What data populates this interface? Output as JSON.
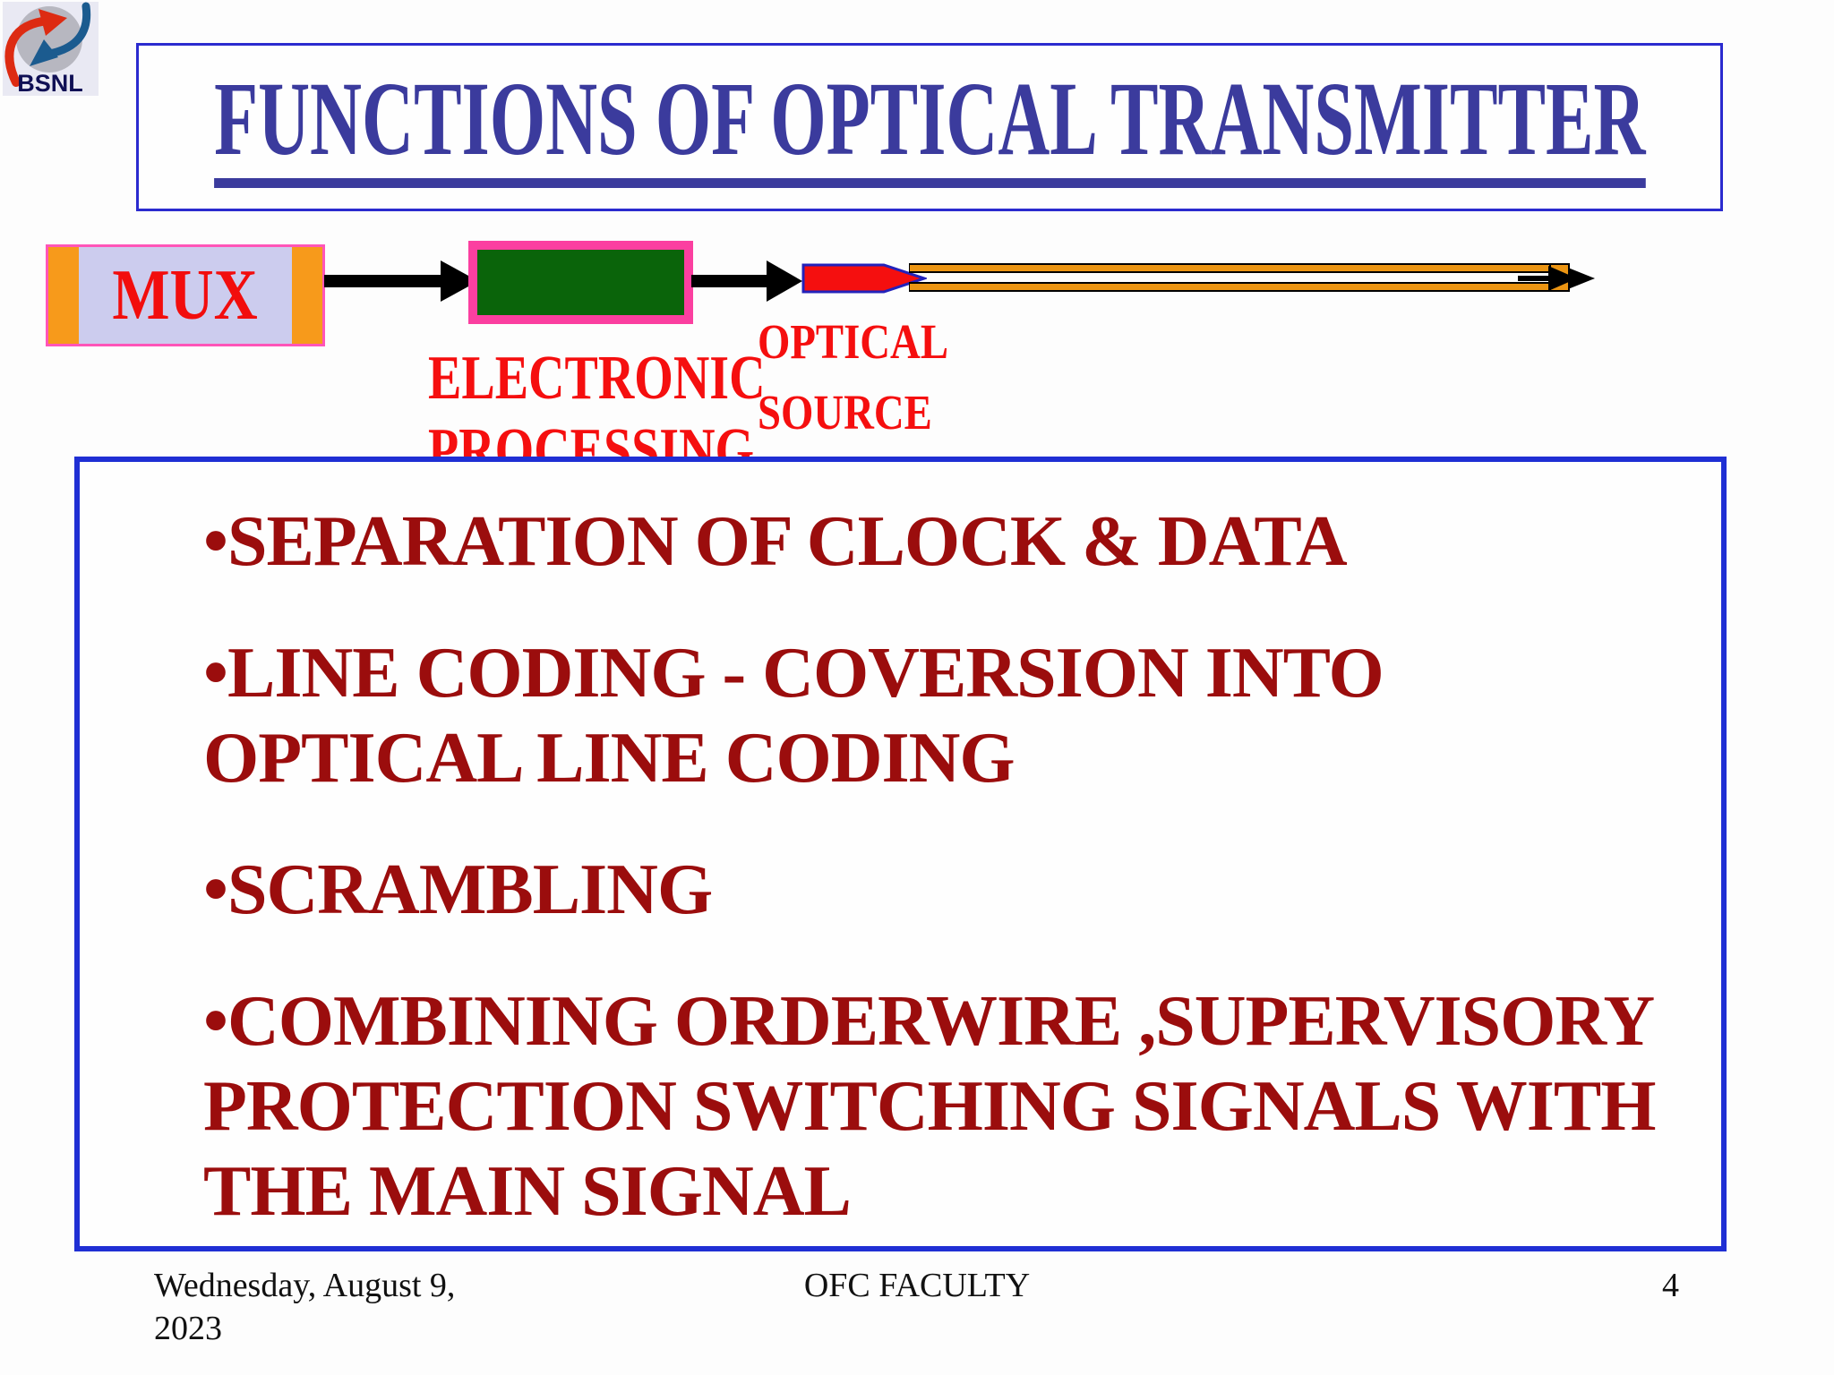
{
  "logo": {
    "text": "BSNL"
  },
  "title": "FUNCTIONS OF OPTICAL TRANSMITTER",
  "diagram": {
    "mux_label": "MUX",
    "processing_label": {
      "line1": "ELECTRONIC",
      "line2": "PROCESSING"
    },
    "source_label": {
      "line1": "OPTICAL",
      "line2": "SOURCE"
    }
  },
  "bullets": [
    {
      "lines": [
        "•SEPARATION OF CLOCK & DATA"
      ]
    },
    {
      "lines": [
        "•LINE CODING - COVERSION INTO",
        "OPTICAL LINE CODING"
      ]
    },
    {
      "lines": [
        "•SCRAMBLING"
      ]
    },
    {
      "lines": [
        "•COMBINING ORDERWIRE ,SUPERVISORY",
        "PROTECTION SWITCHING SIGNALS WITH",
        "THE MAIN SIGNAL"
      ]
    }
  ],
  "footer": {
    "date_line1": "Wednesday, August 9,",
    "date_line2": "2023",
    "center_text": "OFC FACULTY",
    "page_number": "4"
  },
  "colors": {
    "title_blue": "#3b3b9d",
    "box_border_blue": "#1f2fd4",
    "bullet_maroon": "#9b0d0d",
    "label_red": "#f50f0f",
    "pink_border": "#fb3fa0",
    "orange": "#f79a1b",
    "lavender_fill": "#ccccee",
    "green_fill": "#0a640a",
    "pentagon_border_blue": "#2222bb",
    "arrow_black": "#000000"
  }
}
